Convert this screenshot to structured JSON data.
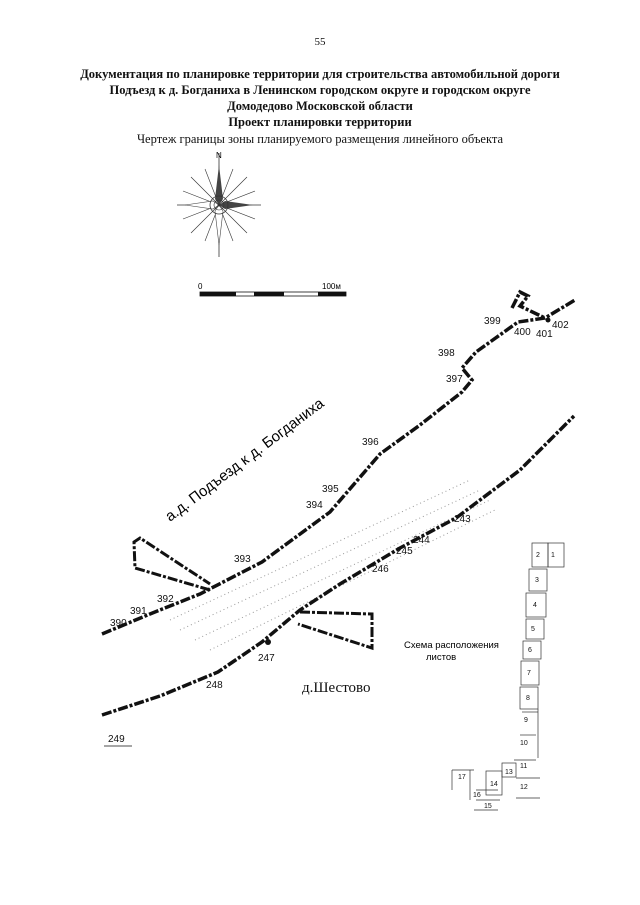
{
  "page_number": "55",
  "title_lines": [
    "Документация по планировке территории для строительства автомобильной дороги",
    "Подъезд к д. Богданиха в Ленинском городском округе и городском округе",
    "Домодедово Московской области",
    "Проект планировки территории"
  ],
  "subtitle": "Чертеж границы зоны планируемого размещения линейного объекта",
  "compass": {
    "north_label": "N"
  },
  "scale_bar": {
    "start_label": "0",
    "end_label": "100м"
  },
  "road_label": "а.д. Подъезд к д. Богданиха",
  "village_label": "д.Шестово",
  "north_points": [
    "390",
    "391",
    "392",
    "393",
    "394",
    "395",
    "396",
    "397",
    "398",
    "399",
    "400",
    "401",
    "402"
  ],
  "south_points": [
    "243",
    "244",
    "245",
    "246",
    "247",
    "248",
    "249"
  ],
  "sheet_scheme": {
    "title_line1": "Схема расположения",
    "title_line2": "листов",
    "sheets": [
      "1",
      "2",
      "3",
      "4",
      "5",
      "6",
      "7",
      "8",
      "9",
      "10",
      "11",
      "12",
      "13",
      "14",
      "15",
      "16",
      "17"
    ]
  },
  "colors": {
    "boundary": "#111111",
    "road_dots": "#9a9a9a"
  }
}
